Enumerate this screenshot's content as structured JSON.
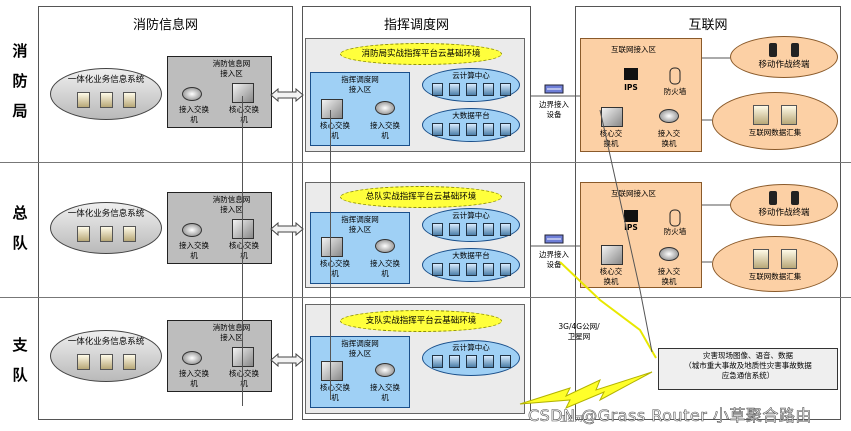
{
  "columns": [
    {
      "title": "消防信息网"
    },
    {
      "title": "指挥调度网"
    },
    {
      "title": "互联网"
    }
  ],
  "rows": [
    {
      "label_chars": [
        "消",
        "防",
        "局"
      ]
    },
    {
      "label_chars": [
        "总",
        "队"
      ]
    },
    {
      "label_chars": [
        "支",
        "队"
      ]
    }
  ],
  "fire_net": {
    "ellipse_label": "一体化业务信息系统",
    "box_title": "消防信息网\n接入区",
    "access_switch": "接入交换\n机",
    "core_switch": "核心交换\n机"
  },
  "command_net": {
    "cloud_envs": [
      "消防局实战指挥平台云基础环境",
      "总队实战指挥平台云基础环境",
      "支队实战指挥平台云基础环境"
    ],
    "box_title": "指挥调度网\n接入区",
    "core_switch": "核心交换\n机",
    "access_switch": "接入交换\n机",
    "cloud_center": "云计算中心",
    "bigdata": "大数据平台"
  },
  "boundary_device": "边界接入\n设备",
  "internet": {
    "box_title": "互联网接入区",
    "ips": "IPS",
    "firewall": "防火墙",
    "core_switch": "核心交\n换机",
    "access_switch": "接入交\n换机",
    "mobile": "移动作战终端",
    "data_collect": "互联网数据汇集"
  },
  "link_label": "3G/4G公网/\n卫星网",
  "link_label2": "卫星网",
  "disaster_box": "灾害现场图像、语音、数据\n（城市重大事故及地质性灾害事故数据\n应急通信系统）",
  "watermark": "CSDN @Grass Router 小草聚合路由"
}
